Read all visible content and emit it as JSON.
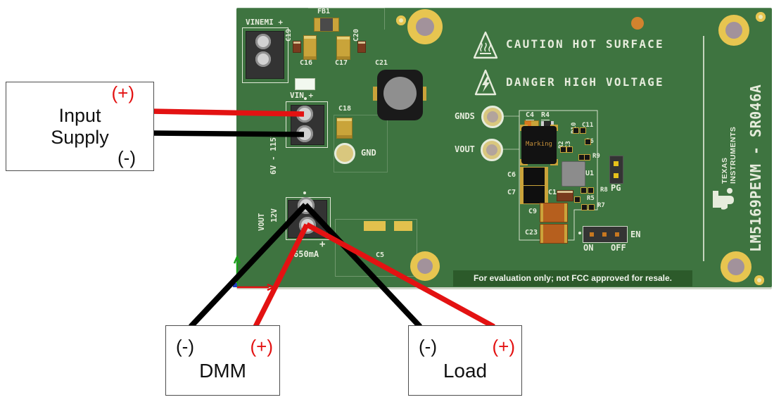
{
  "connections": {
    "input_supply": {
      "plus": "(+)",
      "minus": "(-)",
      "line1": "Input",
      "line2": "Supply"
    },
    "dmm": {
      "minus": "(-)",
      "plus": "(+)",
      "label": "DMM"
    },
    "load": {
      "minus": "(-)",
      "plus": "(+)",
      "label": "Load"
    }
  },
  "board": {
    "connectors": {
      "vinemi": "VINEMI +",
      "vin": "VIN +",
      "vin_range": "6V - 115V",
      "gnd": "GND",
      "vout_voltage": "12V",
      "vout": "VOUT",
      "vout_plus": "+",
      "vout_current": "650mA"
    },
    "test_points": {
      "gnds": "GNDS",
      "vout": "VOUT"
    },
    "warnings": [
      {
        "icon": "hot-surface-icon",
        "text": "CAUTION HOT SURFACE"
      },
      {
        "icon": "high-voltage-icon",
        "text": "DANGER HIGH VOLTAGE"
      }
    ],
    "headers": {
      "pg": "PG",
      "en": "EN",
      "on": "ON",
      "off": "OFF"
    },
    "components": {
      "fb1": "FB1",
      "c19": "C19",
      "c16": "C16",
      "c17": "C17",
      "c20": "C20",
      "c21": "C21",
      "c18": "C18",
      "c5": "C5",
      "c4": "C4",
      "r4": "R4",
      "r10": "R10",
      "c11": "C11",
      "r2": "R2",
      "c3": "C3",
      "r6": "R6",
      "r9": "R9",
      "u1": "U1",
      "marking": "Marking",
      "r8": "R8",
      "r5": "R5",
      "r7": "R7",
      "c6": "C6",
      "c7": "C7",
      "c1": "C1",
      "c9": "C9",
      "c23": "C23"
    },
    "footer": "For evaluation only; not FCC approved for resale.",
    "branding": {
      "line1": "TEXAS",
      "line2": "INSTRUMENTS",
      "model": "LM5169PEVM - SR046A"
    }
  },
  "colors": {
    "pcb": "#3e7440",
    "pcb_band": "#2c5a2a",
    "silkscreen": "#e6ecdc",
    "wire_red": "#e31212",
    "wire_black": "#000000",
    "gold": "#e2c14d",
    "positive_red": "#e31212"
  }
}
